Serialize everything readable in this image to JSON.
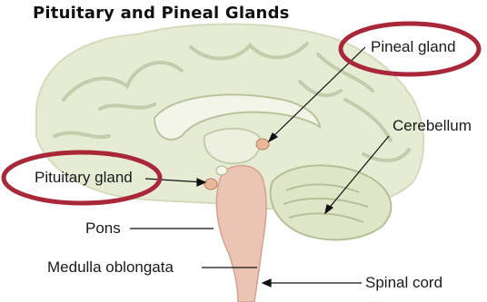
{
  "title": "Pituitary and Pineal Glands",
  "labels": {
    "pineal": "Pineal gland",
    "cerebellum": "Cerebellum",
    "pituitary": "Pituitary gland",
    "pons": "Pons",
    "medulla": "Medulla oblongata",
    "spinal": "Spinal cord"
  },
  "colors": {
    "brain_fill": "#e6ecd3",
    "brain_fold": "#c3ccab",
    "brainstem": "#ecc4b4",
    "gland": "#e9b79a",
    "highlight_ring": "#a8283a"
  }
}
